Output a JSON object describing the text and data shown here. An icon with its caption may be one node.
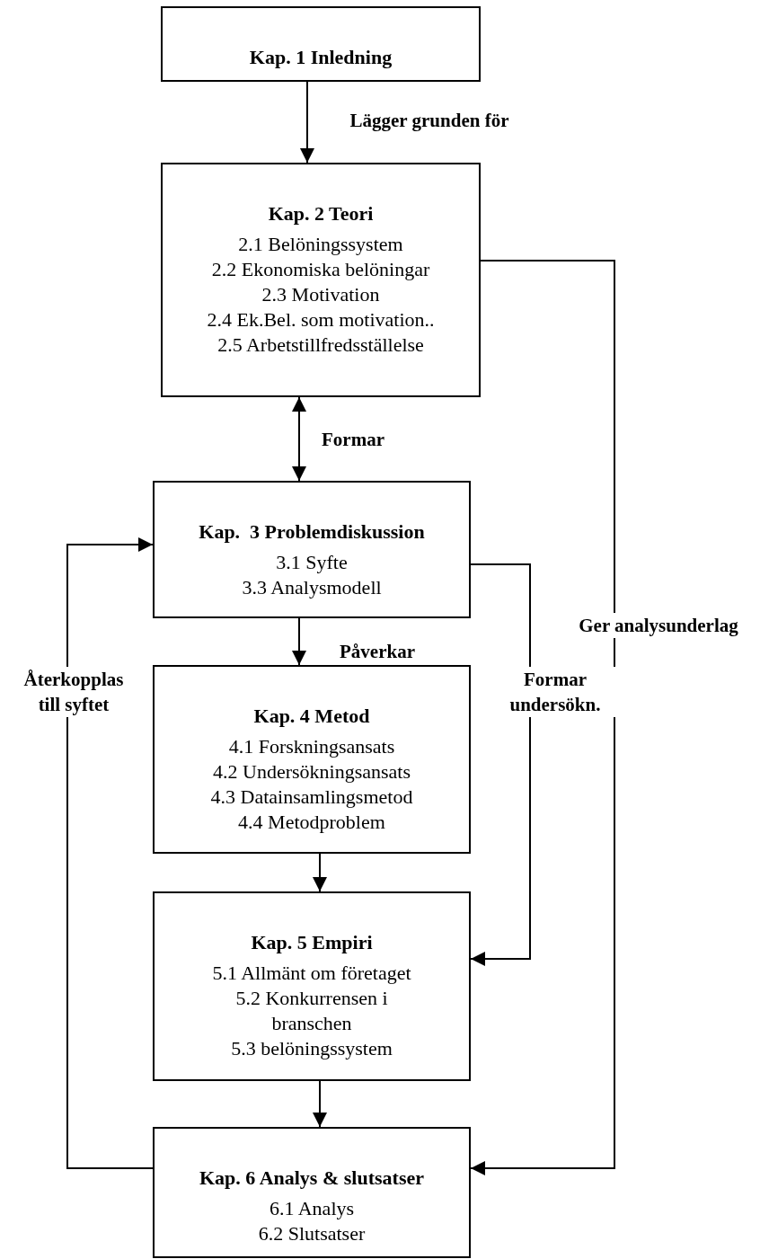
{
  "diagram": {
    "nodes": [
      {
        "text": [
          "Kap. 1 Inledning"
        ]
      },
      {
        "text": [
          "Kap. 2 Teori",
          "2.1 Belöningssystem",
          "2.2 Ekonomiska belöningar",
          "2.3 Motivation",
          "2.4 Ek.Bel. som motivation..",
          "2.5 Arbetstillfredsställelse"
        ]
      },
      {
        "text": [
          "Kap.  3 Problemdiskussion",
          "3.1 Syfte",
          "3.3 Analysmodell"
        ]
      },
      {
        "text": [
          "Kap. 4 Metod",
          "4.1 Forskningsansats",
          "4.2 Undersökningsansats",
          "4.3 Datainsamlingsmetod",
          "4.4 Metodproblem"
        ]
      },
      {
        "text": [
          "Kap. 5 Empiri",
          "5.1 Allmänt om företaget",
          "5.2 Konkurrensen i branschen",
          "5.3 belöningssystem"
        ]
      },
      {
        "text": [
          "Kap. 6 Analys & slutsatser",
          "6.1 Analys",
          "6.2 Slutsatser"
        ]
      }
    ],
    "edges": [
      {
        "from": 0,
        "to": 1,
        "arrow": "to",
        "label": "Lägger grunden för"
      },
      {
        "from": 1,
        "to": 2,
        "arrow": "both",
        "label": "Formar"
      },
      {
        "from": 2,
        "to": 3,
        "arrow": "to",
        "label": "Påverkar"
      },
      {
        "from": 3,
        "to": 4,
        "arrow": "to"
      },
      {
        "from": 4,
        "to": 5,
        "arrow": "to"
      },
      {
        "from": 1,
        "to": 5,
        "arrow": "to",
        "label": "Ger analysunderlag"
      },
      {
        "from": 2,
        "to": 4,
        "arrow": "to",
        "label": "Formar undersökn."
      },
      {
        "from": 5,
        "to": 2,
        "arrow": "to",
        "label": "Återkopplas till syftet"
      }
    ]
  }
}
